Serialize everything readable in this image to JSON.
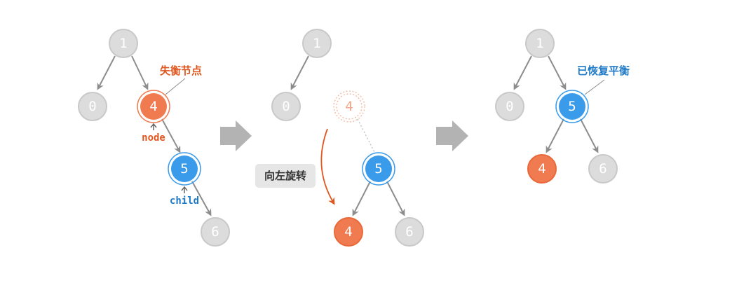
{
  "colors": {
    "gray_fill": "#dcdcdc",
    "gray_ring": "#c9c9c9",
    "gray_text": "#ffffff",
    "orange": "#f07b50",
    "orange_label": "#e0561f",
    "blue": "#3a9bea",
    "blue_label": "#1f7ac7",
    "edge": "#8d8d8d",
    "arrow": "#b3b3b3",
    "rotate_box": "#e6e6e6"
  },
  "panels": {
    "left": {
      "nodes": {
        "n1": "1",
        "n0": "0",
        "n4": "4",
        "n5": "5",
        "n6": "6"
      },
      "unbalanced_label": "失衡节点",
      "node_label": "node",
      "child_label": "child"
    },
    "middle": {
      "nodes": {
        "n1": "1",
        "n0": "0",
        "ghost4": "4",
        "n5": "5",
        "n4": "4",
        "n6": "6"
      },
      "rotate_label": "向左旋转"
    },
    "right": {
      "nodes": {
        "n1": "1",
        "n0": "0",
        "n5": "5",
        "n4": "4",
        "n6": "6"
      },
      "balanced_label": "已恢复平衡"
    }
  }
}
